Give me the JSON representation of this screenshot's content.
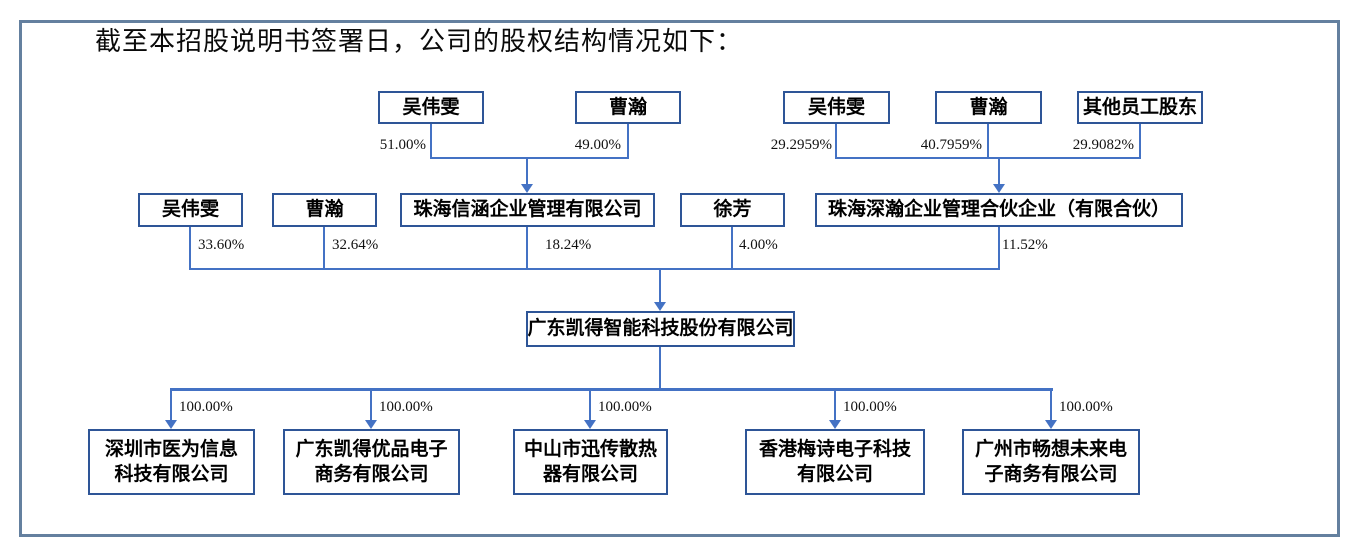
{
  "page_title": "截至本招股说明书签署日，公司的股权结构情况如下：",
  "structure": {
    "group_left": {
      "shareholders": [
        {
          "name": "吴伟雯",
          "pct": "51.00%"
        },
        {
          "name": "曹瀚",
          "pct": "49.00%"
        }
      ],
      "holding": {
        "name": "珠海信涵企业管理有限公司",
        "pct_in_company": "18.24%"
      }
    },
    "group_right": {
      "shareholders": [
        {
          "name": "吴伟雯",
          "pct": "29.2959%"
        },
        {
          "name": "曹瀚",
          "pct": "40.7959%"
        },
        {
          "name": "其他员工股东",
          "pct": "29.9082%"
        }
      ],
      "holding": {
        "name": "珠海深瀚企业管理合伙企业（有限合伙）",
        "pct_in_company": "11.52%"
      }
    },
    "direct_shareholders": [
      {
        "name": "吴伟雯",
        "pct": "33.60%"
      },
      {
        "name": "曹瀚",
        "pct": "32.64%"
      },
      {
        "name": "徐芳",
        "pct": "4.00%"
      }
    ],
    "company": {
      "name": "广东凯得智能科技股份有限公司"
    },
    "subsidiaries": [
      {
        "name": "深圳市医为信息科技有限公司",
        "pct": "100.00%"
      },
      {
        "name": "广东凯得优品电子商务有限公司",
        "pct": "100.00%"
      },
      {
        "name": "中山市迅传散热器有限公司",
        "pct": "100.00%"
      },
      {
        "name": "香港梅诗电子科技有限公司",
        "pct": "100.00%"
      },
      {
        "name": "广州市畅想未来电子商务有限公司",
        "pct": "100.00%"
      }
    ]
  },
  "colors": {
    "frame_border": "#64809f",
    "box_border": "#2e5597",
    "connector": "#4472c4",
    "text": "#000000"
  }
}
